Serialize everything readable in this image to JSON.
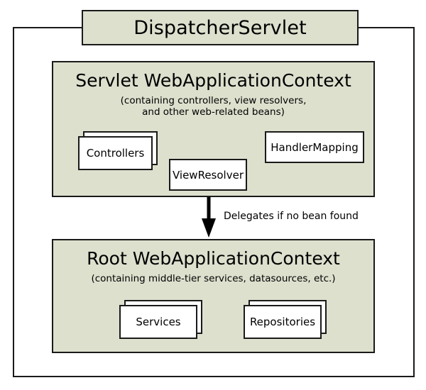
{
  "diagram": {
    "title": "DispatcherServlet",
    "colors": {
      "panel_background": "#dce0cd",
      "box_background": "#ffffff",
      "stroke": "#1a1a1a",
      "canvas": "#ffffff"
    },
    "servlet_context": {
      "heading": "Servlet WebApplicationContext",
      "subtitle_line1": "(containing controllers, view resolvers,",
      "subtitle_line2": "and other web-related beans)",
      "components": [
        {
          "label": "Controllers",
          "stacked": true
        },
        {
          "label": "ViewResolver",
          "stacked": false
        },
        {
          "label": "HandlerMapping",
          "stacked": false
        }
      ]
    },
    "delegation": {
      "label": "Delegates if no bean found",
      "direction": "down"
    },
    "root_context": {
      "heading": "Root WebApplicationContext",
      "subtitle_line1": "(containing middle-tier services, datasources, etc.)",
      "components": [
        {
          "label": "Services",
          "stacked": true
        },
        {
          "label": "Repositories",
          "stacked": true
        }
      ]
    }
  }
}
